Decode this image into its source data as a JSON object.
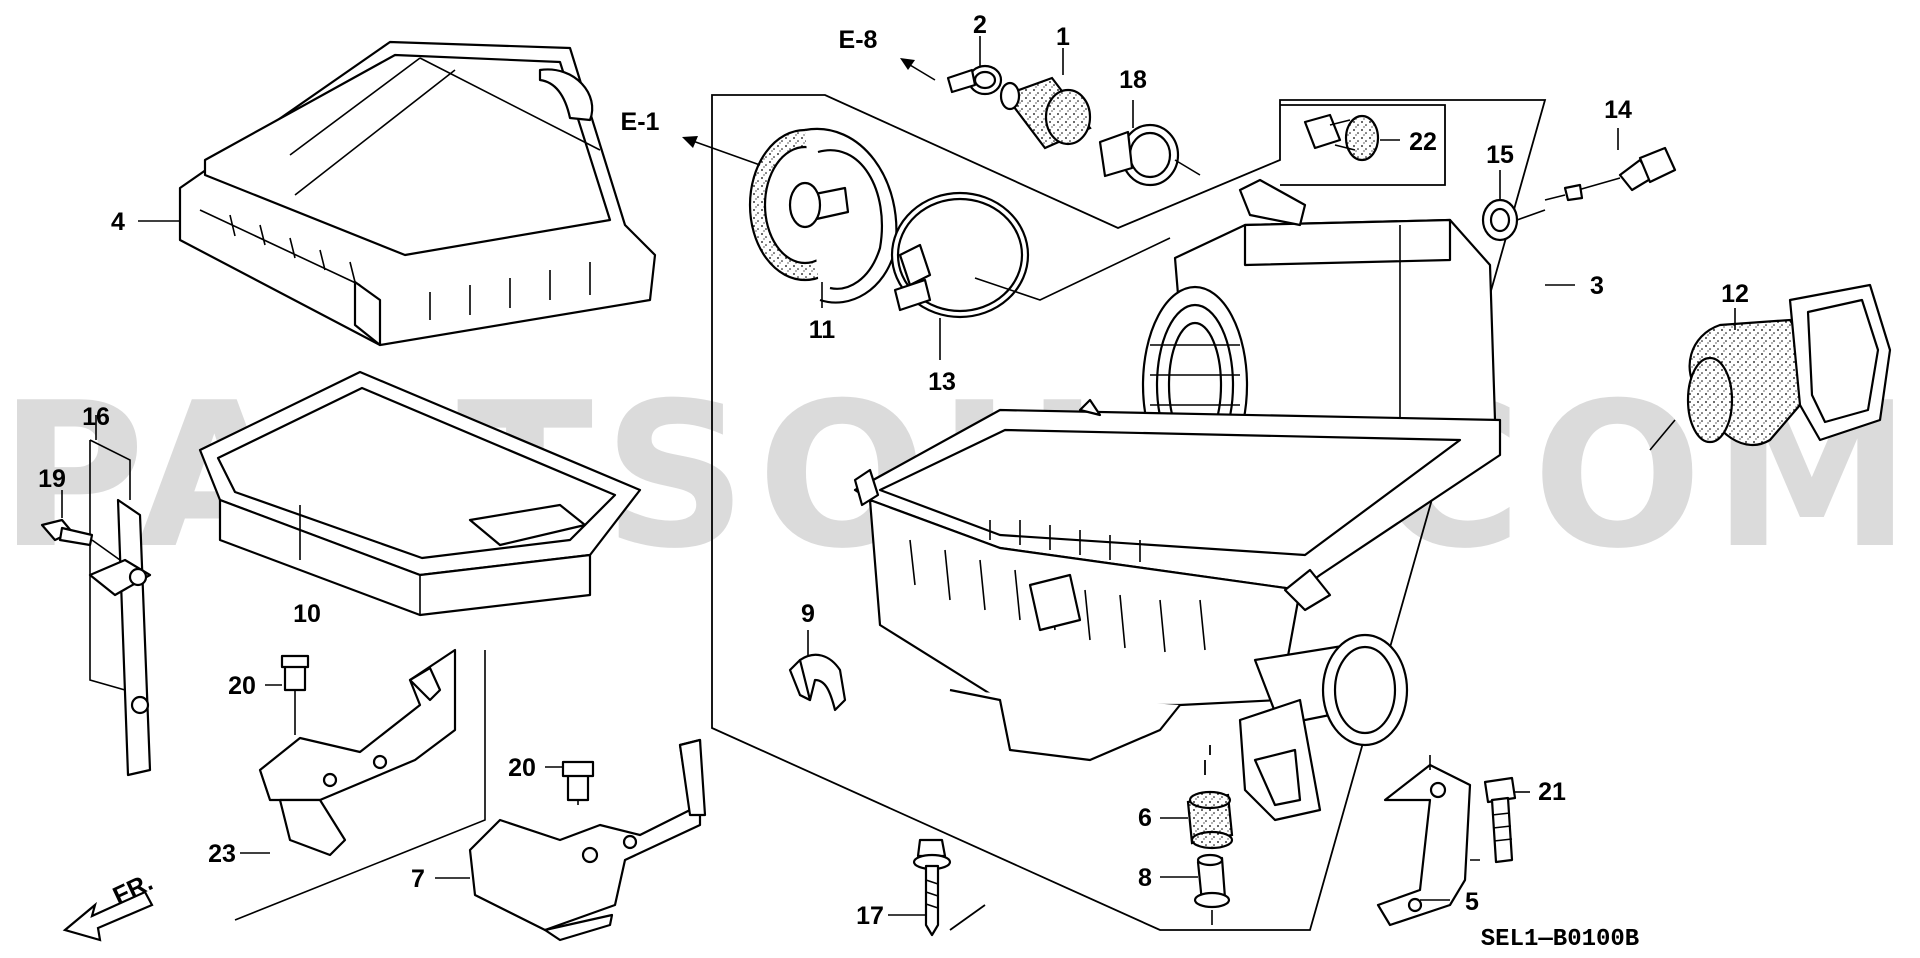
{
  "watermark": "PARTSOUQ.COM",
  "diagram_code": "SEL1—B0100B",
  "direction_label": "FR.",
  "references": {
    "e8": "E-8",
    "e1": "E-1"
  },
  "callouts": {
    "n1": "1",
    "n2": "2",
    "n3": "3",
    "n4": "4",
    "n5": "5",
    "n6": "6",
    "n7": "7",
    "n8": "8",
    "n9": "9",
    "n10": "10",
    "n11": "11",
    "n12": "12",
    "n13": "13",
    "n14": "14",
    "n15": "15",
    "n16": "16",
    "n17": "17",
    "n18": "18",
    "n19": "19",
    "n20a": "20",
    "n20b": "20",
    "n21": "21",
    "n22": "22",
    "n23": "23"
  }
}
